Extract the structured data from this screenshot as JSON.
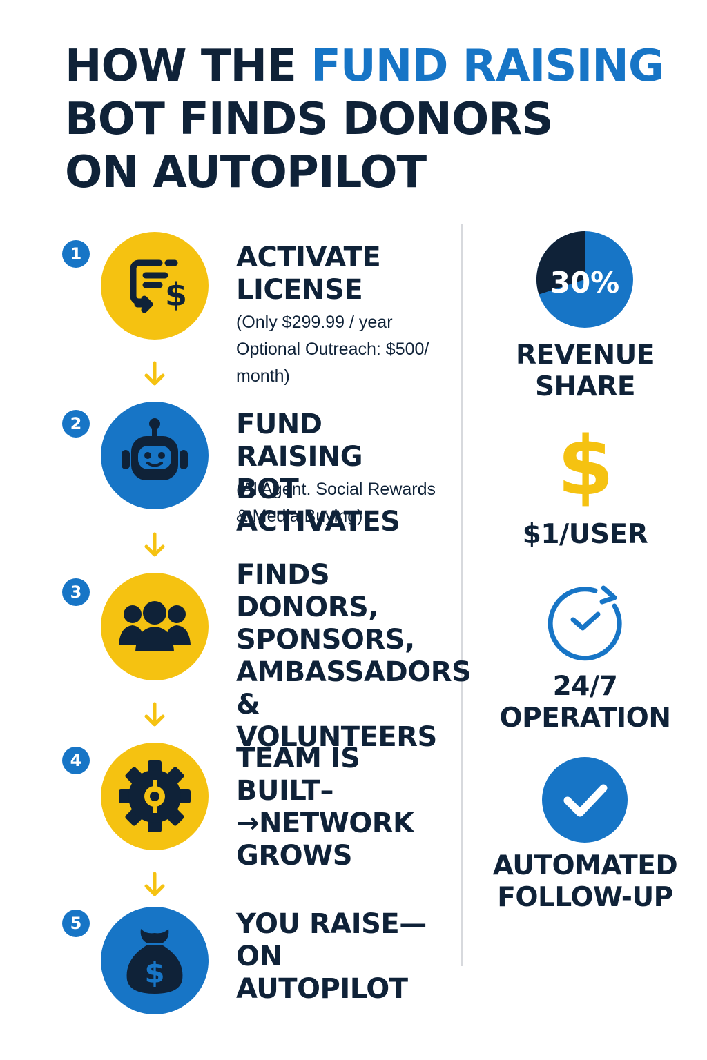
{
  "title": {
    "line1_pre": "HOW THE ",
    "line1_accent": "FUND RAISING",
    "line2": "BOT FINDS DONORS",
    "line3": "ON AUTOPILOT"
  },
  "colors": {
    "navy": "#0f2238",
    "blue": "#1775c6",
    "yellow": "#f5c211",
    "divider": "#d7d9dd"
  },
  "steps": [
    {
      "num": "1",
      "title": "ACTIVATE\nLICENSE",
      "sub": "(Only $299.99 / year\nOptional Outreach: $500/\nmonth)",
      "icon": "license-dollar-icon"
    },
    {
      "num": "2",
      "title": "FUND RAISING\nBOT ACTIVATES",
      "sub": "(Al Agent. Social Rewards\n& Media Buying)",
      "icon": "robot-icon"
    },
    {
      "num": "3",
      "title": "FINDS DONORS,\nSPONSORS,\nAMBASSADORS\n& VOLUNTEERS",
      "sub": "",
      "icon": "people-group-icon"
    },
    {
      "num": "4",
      "title": "TEAM IS BUILT–\n→NETWORK\nGROWS",
      "sub": "",
      "icon": "gear-icon"
    },
    {
      "num": "5",
      "title": "YOU RAISE—\nON AUTOPILOT",
      "sub": "",
      "icon": "money-bag-icon"
    }
  ],
  "side": [
    {
      "value": "30%",
      "label": "REVENUE\nSHARE",
      "icon": "pie-chart-icon",
      "pie_fraction": 0.3
    },
    {
      "value": "$",
      "label": "$1/USER",
      "icon": "dollar-icon"
    },
    {
      "label": "24/7\nOPERATION",
      "icon": "clock-refresh-icon"
    },
    {
      "label": "AUTOMATED\nFOLLOW-UP",
      "icon": "check-circle-icon"
    }
  ]
}
